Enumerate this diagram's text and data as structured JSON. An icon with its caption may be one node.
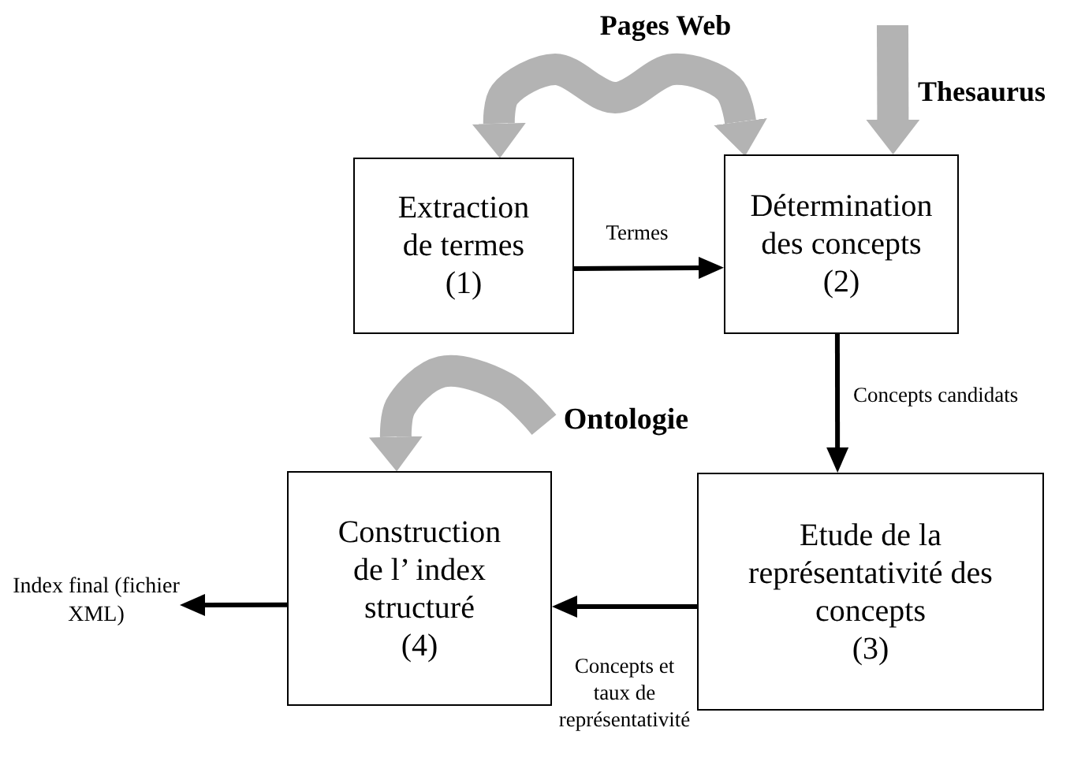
{
  "diagram": {
    "nodes": [
      {
        "text": [
          "Extraction de termes",
          "(1)"
        ]
      },
      {
        "text": [
          "Détermination des concepts",
          "(2)"
        ]
      },
      {
        "text": [
          "Ontologie"
        ]
      },
      {
        "text": [
          "Index final (fichier XML)"
        ]
      },
      {
        "text": [
          "Construction de l’ index structuré",
          "(4)"
        ]
      },
      {
        "text": [
          "Etude de la représentativité des concepts",
          "(3)"
        ]
      }
    ],
    "edges": [
      {
        "from": 0,
        "to": 1,
        "arrow": "to",
        "label": "Termes"
      },
      {
        "from": 1,
        "to": 5,
        "arrow": "to",
        "label": "Concepts candidats"
      },
      {
        "from": 5,
        "to": 4,
        "arrow": "to",
        "label": "Concepts et taux de représentativité"
      },
      {
        "from": 4,
        "to": 3,
        "arrow": "to"
      },
      {
        "from": 0,
        "to": 1,
        "arrow": "both",
        "label": "Pages Web",
        "style": "thick",
        "color": "#b3b3b3"
      },
      {
        "from": null,
        "to": 1,
        "arrow": "to",
        "label": "Thesaurus",
        "style": "thick",
        "color": "#b3b3b3"
      },
      {
        "from": 2,
        "to": 4,
        "arrow": "to",
        "style": "thick",
        "color": "#b3b3b3"
      }
    ]
  }
}
